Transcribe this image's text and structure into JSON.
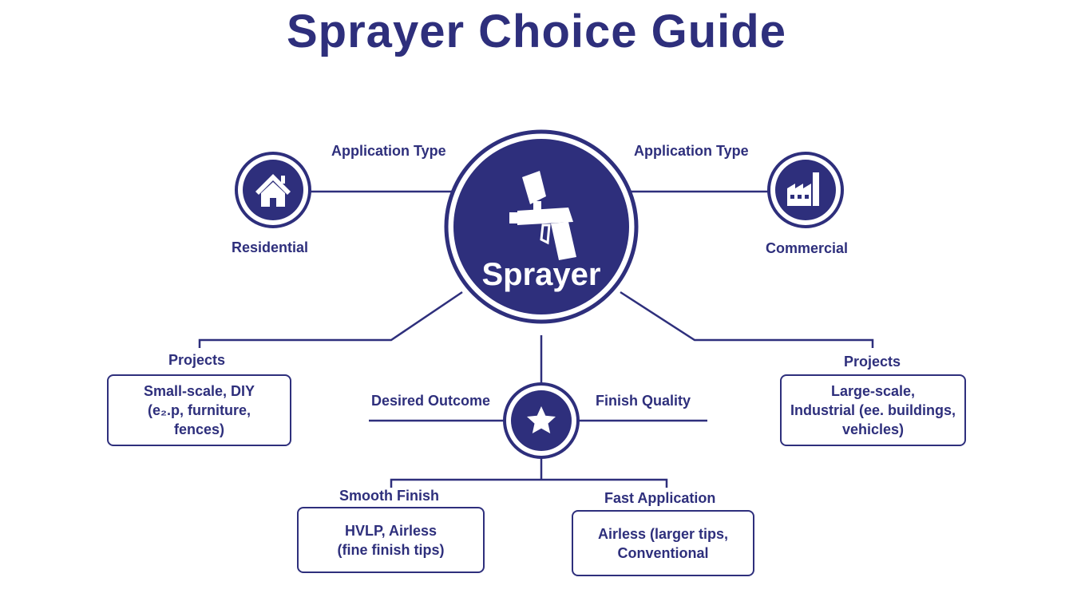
{
  "title": "Sprayer Choice Guide",
  "center": {
    "label": "Sprayer",
    "icon": "spray-gun-icon"
  },
  "left_branch": {
    "connector_label": "Application Type",
    "icon": "house-icon",
    "category": "Residential",
    "projects_label": "Projects",
    "projects_lines": [
      "Small-scale, DIY",
      "(e₂.p, furniture,",
      "fences)"
    ]
  },
  "right_branch": {
    "connector_label": "Application Type",
    "icon": "factory-icon",
    "category": "Commercial",
    "projects_label": "Projects",
    "projects_lines": [
      "Large-scale,",
      "Industrial (ee. buildings,",
      "vehicles)"
    ]
  },
  "outcome": {
    "icon": "star-icon",
    "left_label": "Desired Outcome",
    "right_label": "Finish Quality",
    "options": [
      {
        "label": "Smooth Finish",
        "lines": [
          "HVLP, Airless",
          "(fine finish tips)"
        ]
      },
      {
        "label": "Fast Application",
        "lines": [
          "Airless (larger tips,",
          "Conventional"
        ]
      }
    ]
  },
  "colors": {
    "primary": "#2e2f7c",
    "background": "#ffffff"
  }
}
